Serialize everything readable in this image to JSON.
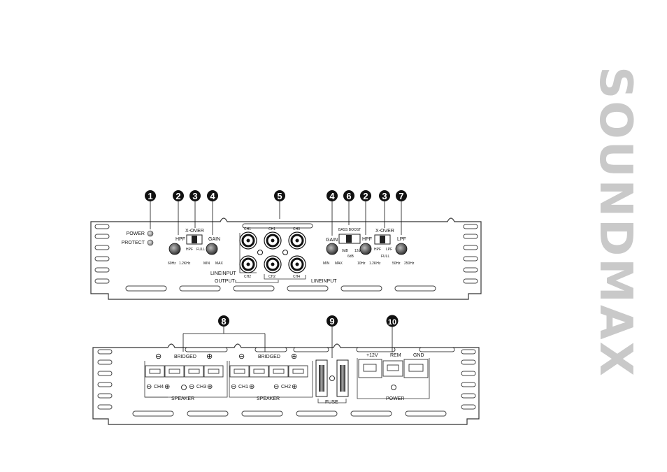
{
  "brand": "SOUNDMAX",
  "front_panel": {
    "indicators": {
      "power": "POWER",
      "protect": "PROTECT"
    },
    "left": {
      "hpf": "HPF",
      "xover": "X-OVER",
      "gain": "GAIN",
      "sw_hpf": "HPF",
      "sw_full": "FULL",
      "hz60": "60Hz",
      "khz12": "1.2KHz",
      "min": "MIN",
      "max": "MAX"
    },
    "rca": {
      "ch1a": "CH1",
      "ch1b": "CH1",
      "ch3": "CH3",
      "ch2a": "CH2",
      "ch2b": "CH2",
      "ch4": "CH4",
      "lineinput_left": "LINEINPUT",
      "output": "OUTPUT",
      "lineinput_right": "LINEINPUT"
    },
    "right": {
      "gain": "GAIN",
      "bass_boost": "BASS BOOST",
      "db0": "0dB",
      "db6": "6dB",
      "db12": "12dB",
      "hpf": "HPF",
      "xover": "X-OVER",
      "lpf": "LPF",
      "sw_hpf": "HPF",
      "sw_lpf": "LPF",
      "sw_full": "FULL",
      "min": "MIN",
      "max": "MAX",
      "hz10": "10Hz",
      "khz12": "1.2KHz",
      "hz50": "50Hz",
      "hz250": "250Hz"
    }
  },
  "rear_panel": {
    "bridged_left": "BRIDGED",
    "bridged_right": "BRIDGED",
    "ch4": "CH4",
    "ch3": "CH3",
    "ch1": "CH1",
    "ch2": "CH2",
    "speaker_left": "SPEAKER",
    "speaker_right": "SPEAKER",
    "fuse": "FUSE",
    "v12": "+12V",
    "rem": "REM",
    "gnd": "GND",
    "power": "POWER"
  },
  "callouts": {
    "c1": "1",
    "c2a": "2",
    "c3a": "3",
    "c4a": "4",
    "c5": "5",
    "c4b": "4",
    "c6": "6",
    "c2b": "2",
    "c3b": "3",
    "c7": "7",
    "c8": "8",
    "c9": "9",
    "c10": "10"
  }
}
